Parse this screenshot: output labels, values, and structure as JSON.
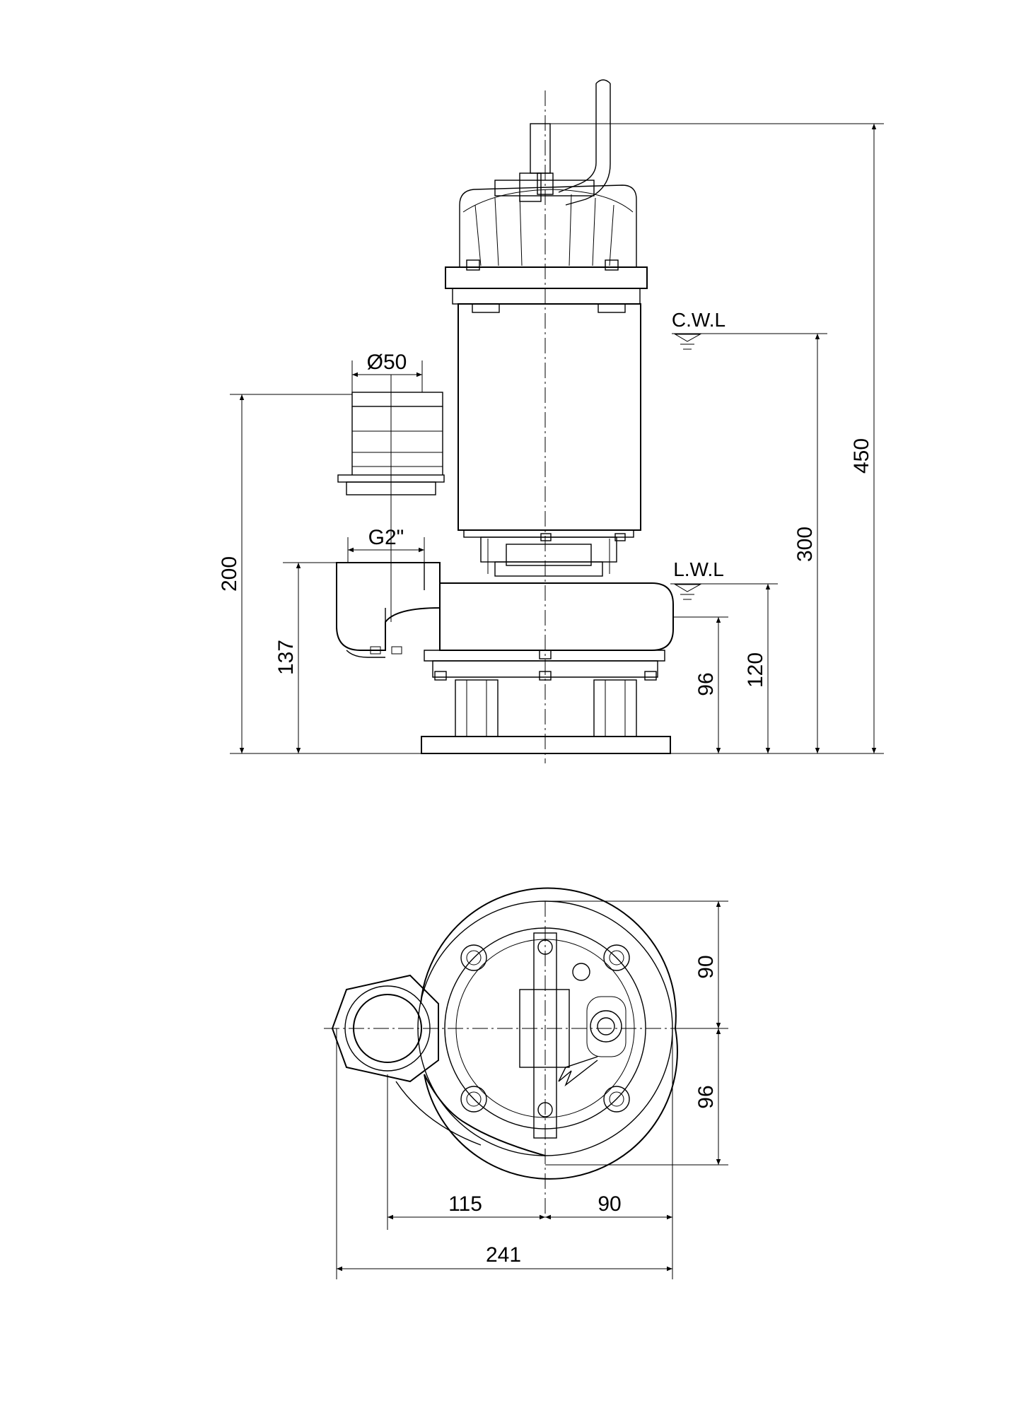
{
  "side_view": {
    "dimensions": {
      "overall_height": "450",
      "cwl_height": "300",
      "outlet_height": "200",
      "outlet_center": "137",
      "lwl_height": "120",
      "volute_height": "96"
    },
    "labels": {
      "hose_diameter": "Ø50",
      "thread": "G2\"",
      "cwl": "C.W.L",
      "lwl": "L.W.L"
    }
  },
  "plan_view": {
    "dimensions": {
      "upper_half": "90",
      "lower_half": "96",
      "left_offset": "115",
      "right_offset": "90",
      "overall_width": "241"
    }
  }
}
